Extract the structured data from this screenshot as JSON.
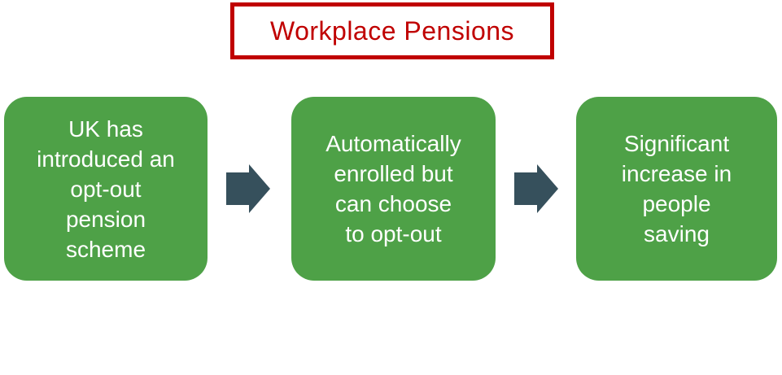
{
  "title": "Workplace Pensions",
  "diagram": {
    "steps": [
      {
        "text": "UK has\nintroduced an\nopt-out\npension\nscheme"
      },
      {
        "text": "Automatically\nenrolled but\ncan choose\nto opt-out"
      },
      {
        "text": "Significant\nincrease in\npeople\nsaving"
      }
    ]
  },
  "colors": {
    "step_green": "#4EA147",
    "arrow_slate": "#36505C",
    "title_red": "#C00000",
    "step_text": "#FFFFFF",
    "background": "#FFFFFF"
  }
}
